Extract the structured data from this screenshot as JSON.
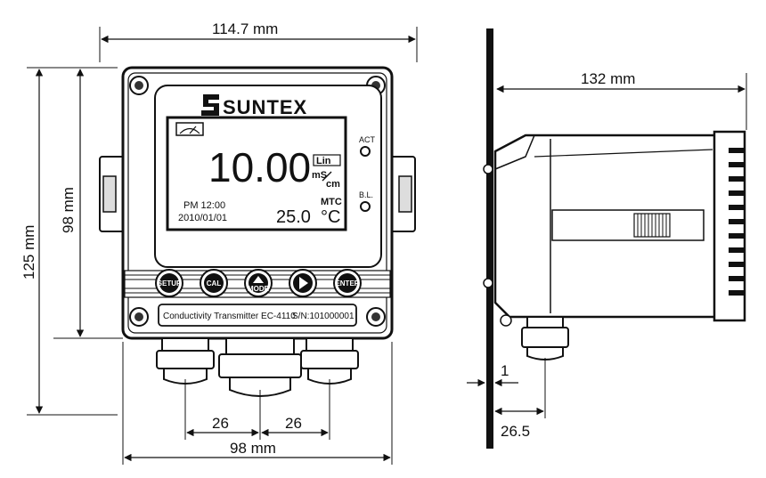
{
  "dimensions": {
    "front_width": "114.7 mm",
    "front_height_total": "125 mm",
    "front_height_inner": "98 mm",
    "front_bottom_width": "98 mm",
    "gland_spacing_left": "26",
    "gland_spacing_right": "26",
    "side_depth": "132 mm",
    "panel_thickness": "1",
    "gland_offset": "26.5"
  },
  "device": {
    "brand": "SUNTEX",
    "reading": "10.00",
    "mode_label": "Lin",
    "unit_top": "mS",
    "unit_bottom": "cm",
    "time": "PM 12:00",
    "date": "2010/01/01",
    "temp_label": "MTC",
    "temperature": "25.0",
    "temp_unit": "°C",
    "led_act": "ACT",
    "led_bl": "B.L.",
    "nameplate_model": "Conductivity Transmitter EC-4110",
    "nameplate_serial": "S/N:101000001"
  },
  "buttons": {
    "setup": "SETUP",
    "cal": "CAL",
    "mode": "MODE",
    "enter": "ENTER"
  }
}
